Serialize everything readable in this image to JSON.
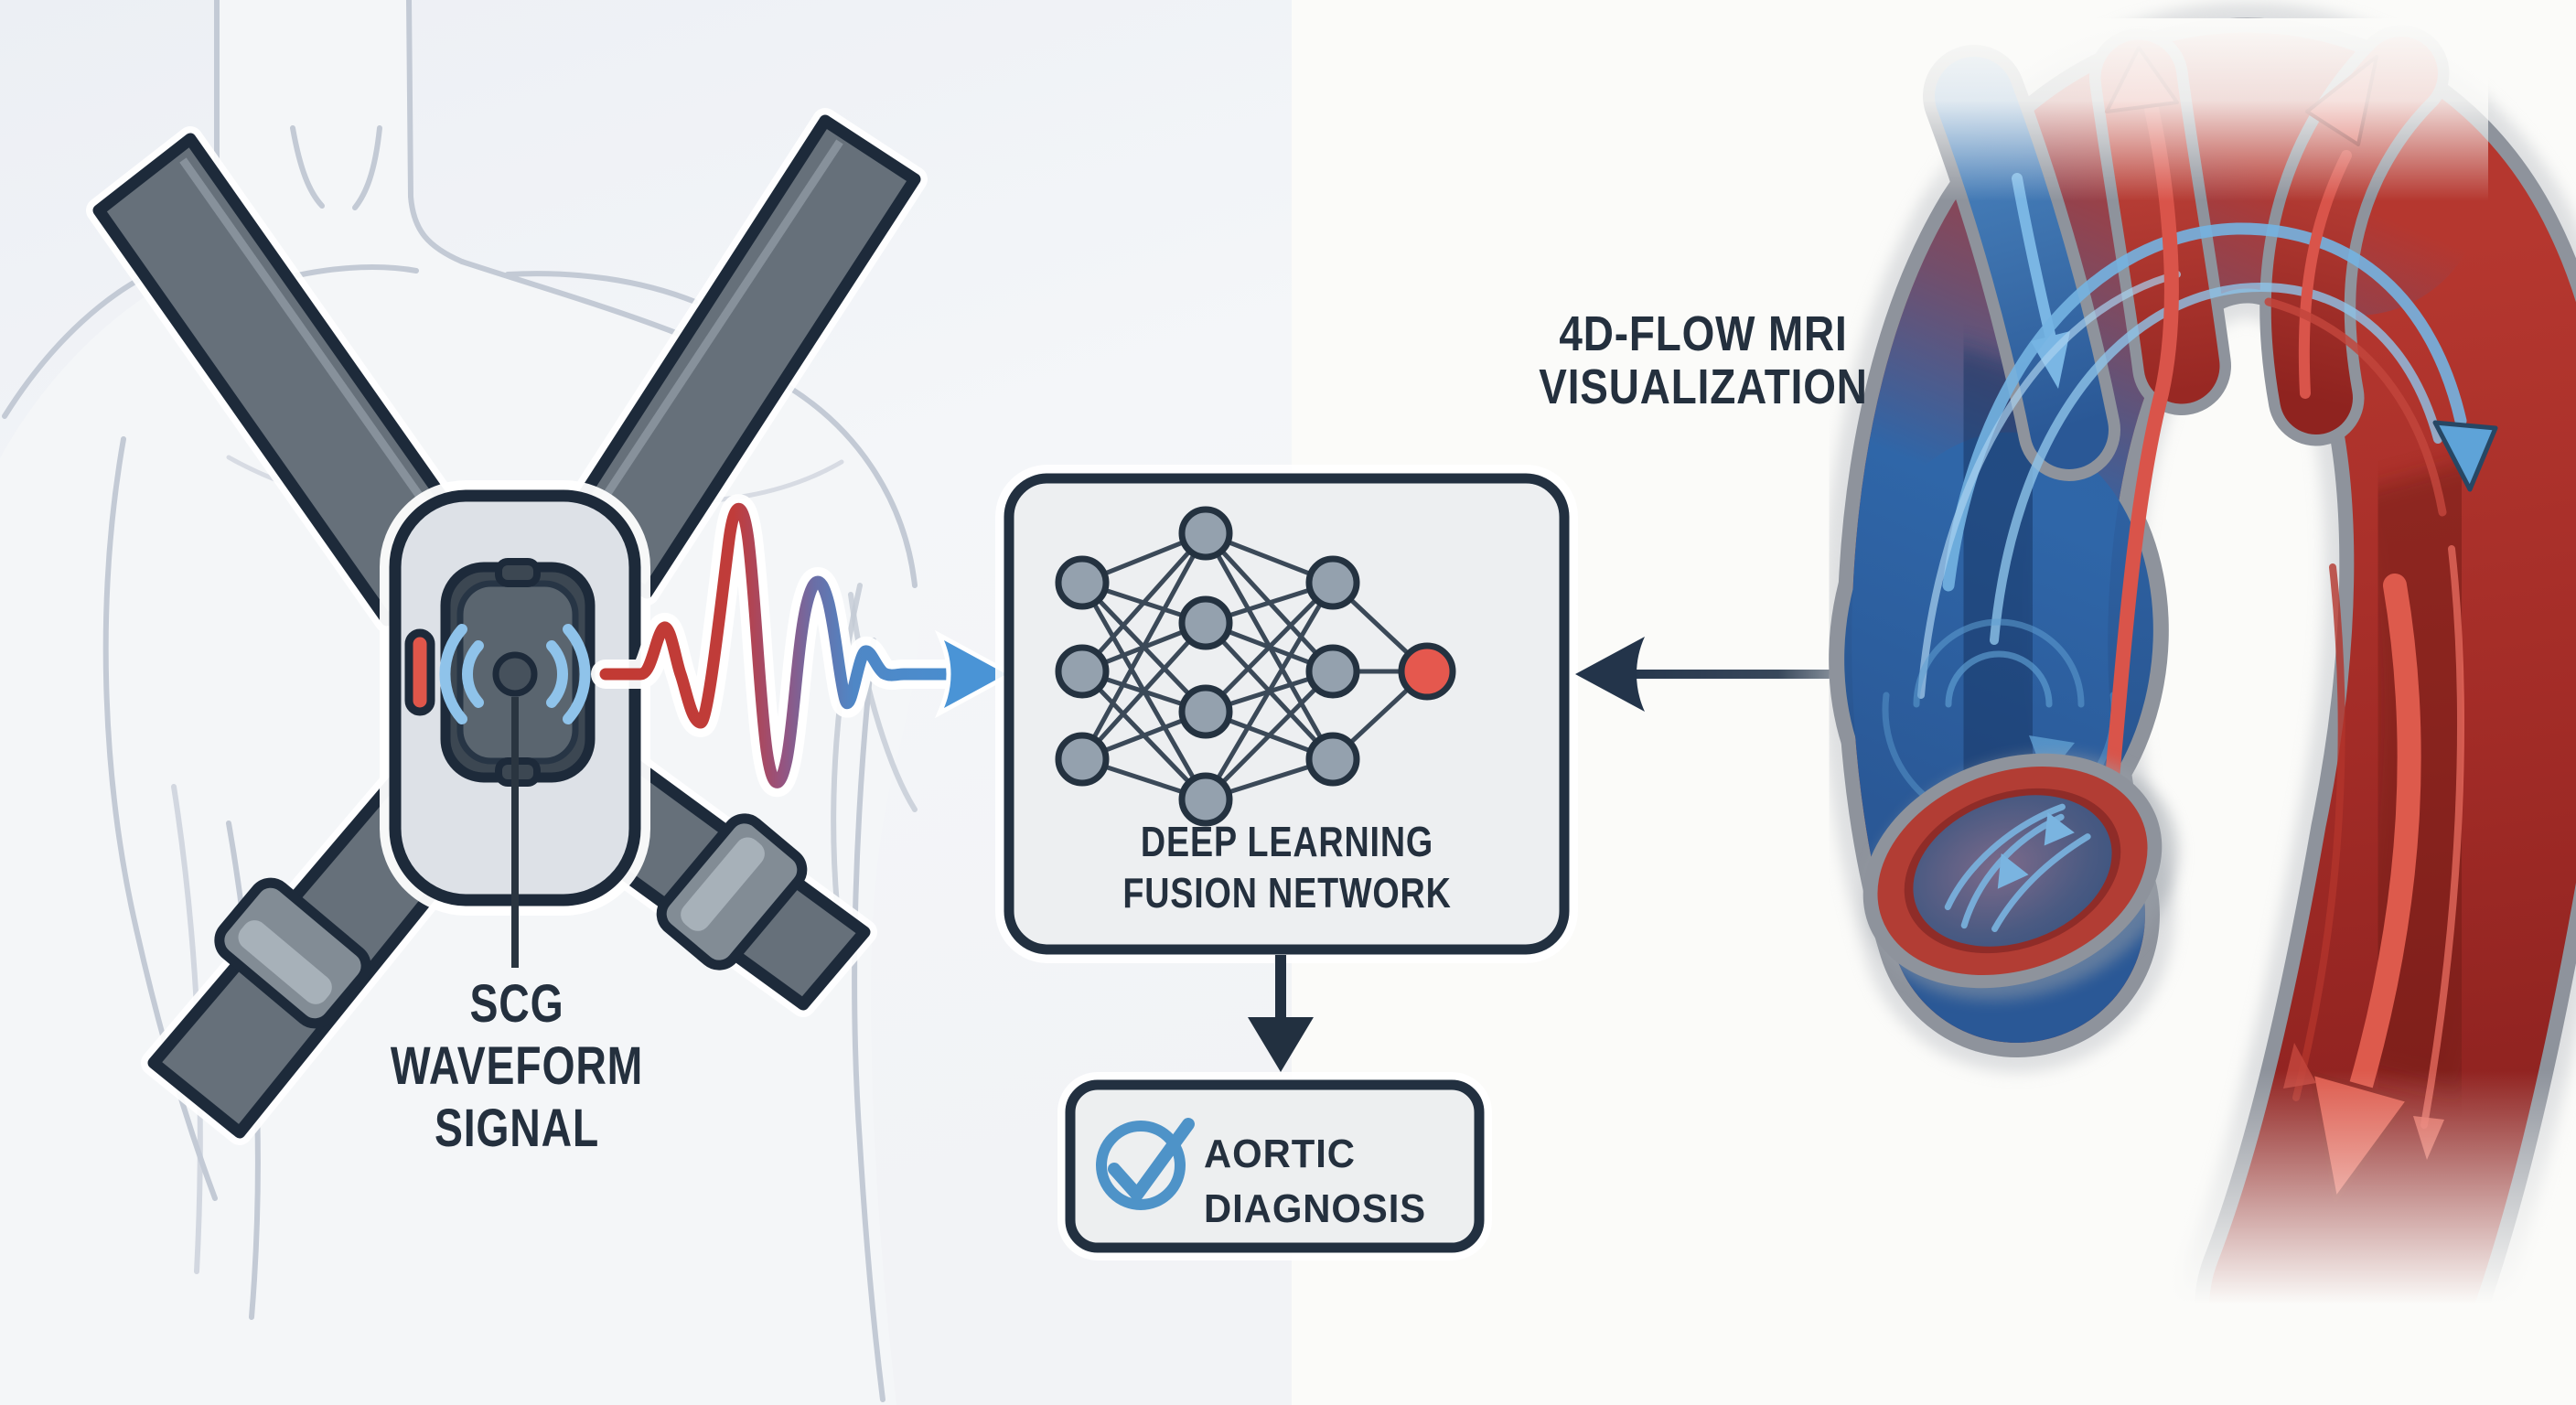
{
  "title": "Wearable SCG and 4D-Flow MRI deep learning fusion for aortic diagnosis",
  "labels": {
    "scg": "SCG\nWAVEFORM\nSIGNAL",
    "mri": "4D-FLOW MRI\nVISUALIZATION",
    "network": "DEEP LEARNING\nFUSION NETWORK",
    "diagnosis": "AORTIC\nDIAGNOSIS"
  },
  "network": {
    "layer_sizes": [
      3,
      4,
      3,
      1
    ],
    "hidden_node_color": "#94a1ae",
    "output_node_color": "#e5584e"
  },
  "icons": {
    "device_signal": "wifi-signal-icon",
    "diagnosis_check": "check-circle-icon",
    "waveform_arrow": "right-arrow-icon",
    "mri_arrow": "left-arrow-icon",
    "network_output_arrow": "down-arrow-icon"
  },
  "colors": {
    "outline_navy": "#1d2a3a",
    "text_navy": "#24303e",
    "strap_gray": "#66707a",
    "pad_gray": "#dde1e7",
    "device_gray": "#3c4752",
    "wifi_blue": "#8fc3ea",
    "button_red": "#e0564a",
    "waveform_red": "#c23a33",
    "waveform_blue": "#4791d3",
    "flow_red": "#d9544a",
    "flow_blue": "#74b4e2",
    "vessel_wall_gray": "#8e939c",
    "box_fill": "#edeff1"
  }
}
